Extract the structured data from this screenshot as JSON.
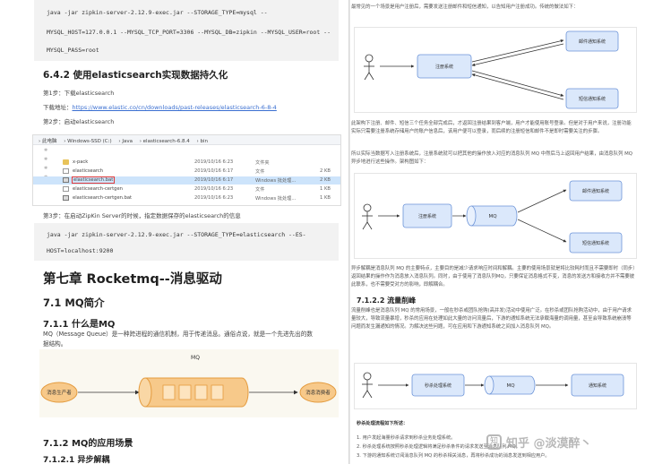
{
  "left": {
    "code1": [
      "java -jar zipkin-server-2.12.9-exec.jar --STORAGE_TYPE=mysql --",
      "MYSQL_HOST=127.0.0.1 --MYSQL_TCP_PORT=3306 --MYSQL_DB=zipkin --MYSQL_USER=root --",
      "MYSQL_PASS=root"
    ],
    "sec_642": "6.4.2 使用elasticsearch实现数据持久化",
    "step1": "第1步：下载elasticsearch",
    "dl_label": "下载地址：",
    "dl_url": "https://www.elastic.co/cn/downloads/past-releases/elasticsearch-6-8-4",
    "step2": "第2步：启动elasticsearch",
    "explorer": {
      "crumbs": [
        "› 此电脑",
        "› Windows-SSD (C:)",
        "› Java",
        "› elasticsearch-6.8.4",
        "› bin"
      ],
      "files": [
        {
          "name": "x-pack",
          "date": "2019/10/16 6:23",
          "type": "文件夹",
          "size": "",
          "icon": "folder"
        },
        {
          "name": "elasticsearch",
          "date": "2019/10/16 6:17",
          "type": "文件",
          "size": "2 KB",
          "icon": "file"
        },
        {
          "name": "elasticsearch.bat",
          "date": "2019/10/16 6:17",
          "type": "Windows 批处理...",
          "size": "2 KB",
          "icon": "bat"
        },
        {
          "name": "elasticsearch-certgen",
          "date": "2019/10/16 6:23",
          "type": "文件",
          "size": "1 KB",
          "icon": "file"
        },
        {
          "name": "elasticsearch-certgen.bat",
          "date": "2019/10/16 6:23",
          "type": "Windows 批处理...",
          "size": "1 KB",
          "icon": "bat"
        }
      ]
    },
    "step3": "第3步：在启动ZipKin Server的时候，指定数据保存的elasticsearch的信息",
    "code2": [
      "java -jar zipkin-server-2.12.9-exec.jar --STORAGE_TYPE=elasticsearch --ES-",
      "HOST=localhost:9200"
    ],
    "chapter": "第七章 Rocketmq--消息驱动",
    "sec_71": "7.1 MQ简介",
    "sec_711": "7.1.1 什么是MQ",
    "mq_def_1": "MQ（Message Queue）是一种跨进程的通信机制，用于传递消息。通俗点说，就是一个先进先出的数",
    "mq_def_2": "据结构。",
    "diagram": {
      "producer": "消息生产者",
      "mq": "MQ",
      "consumer": "消息消费者"
    },
    "sec_712": "7.1.2 MQ的应用场景",
    "sec_7121": "7.1.2.1 异步解耦"
  },
  "right": {
    "intro": "最常见的一个场景是用户注册后，需要发送注册邮件和短信通知，以告知用户注册成功。传统的做法如下：",
    "d1": {
      "svc": "注册系统",
      "mail": "邮件通知系统",
      "sms": "短信通知系统"
    },
    "p1": "此架构下注册、邮件、短信三个任务全部完成后，才返回注册结果到客户端，用户才能使用账号登录。但是对于用户来说，注册功能实际只需要注册系统存储用户的账户信息后，该用户便可以登录，而后续的注册短信和邮件不是即时需要关注的步骤。",
    "p2": "所以实际当数据写入注册系统后，注册系统就可以把其他的操作放入对应的消息队列 MQ 中然后马上返回用户结果，由消息队列 MQ 异步地进行这些操作。架构图如下：",
    "d2": {
      "svc": "注册系统",
      "mq": "MQ",
      "mail": "邮件通知系统",
      "sms": "短信通知系统"
    },
    "p3": "异步解耦是消息队列 MQ 的主要特点，主要目的是减少请求响应时间和解耦。主要的使用场景就是将比较耗时而且不需要即时（同步）返回结果的操作作为消息放入消息队列。同时，由于使用了消息队列MQ，只要保证消息格式不变，消息的发送方和接收方并不需要彼此联系，也不需要受对方的影响，即解耦合。",
    "h_7122": "7.1.2.2 流量削峰",
    "p4": "流量削峰也是消息队列 MQ 的常用场景，一般在秒杀或团队抢购(高并发)活动中使用广泛。在秒杀或团队抢购活动中，由于用户请求量较大，导致流量暴增，秒杀的应用在处理如此大量的访问流量后，下游的通知系统无法承载海量的调用量，甚至会导致系统崩溃等问题而发生漏通知的情况。为解决这些问题，可在应用和下游通知系统之间加入消息队列 MQ。",
    "d3": {
      "svc": "秒杀处理系统",
      "mq": "MQ",
      "notify": "通知系统"
    },
    "h_flow": "秒杀处理流程如下所述：",
    "list": [
      "1. 用户发起海量秒杀请求到秒杀业务处理系统。",
      "2. 秒杀处理系统按照秒杀处理逻辑将满足秒杀条件的请求发送至消息队列 MQ。",
      "3. 下游的通知系统订阅消息队列 MQ 的秒杀相关消息，再将秒杀成功的消息发送到相应用户。"
    ],
    "watermark": "知乎 @淡漠醉丶"
  }
}
